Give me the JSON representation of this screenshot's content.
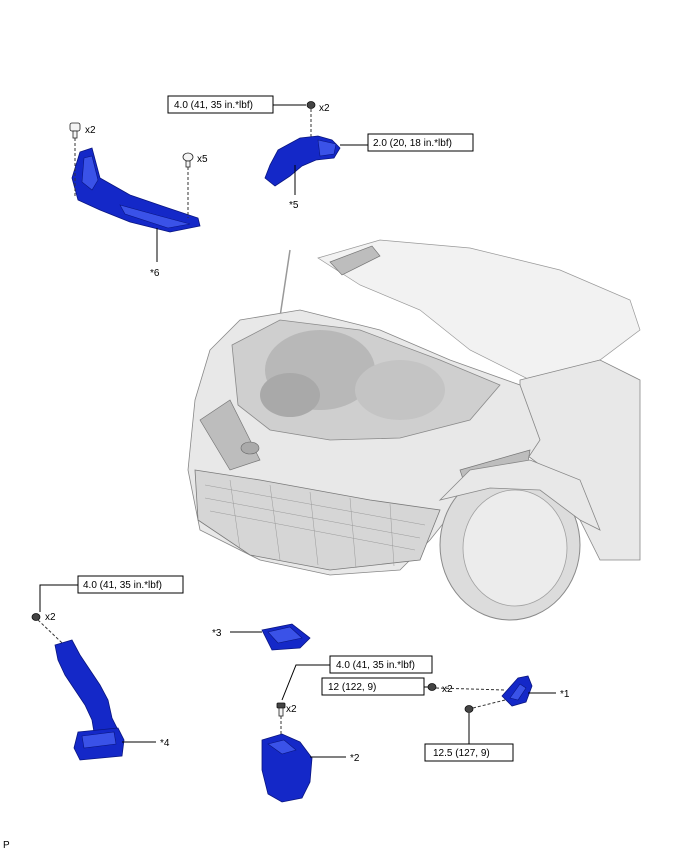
{
  "torque_labels": {
    "t5_top": "4.0 (41, 35 in.*lbf)",
    "t5_clamp": "2.0 (20, 18 in.*lbf)",
    "t4": "4.0 (41, 35 in.*lbf)",
    "t2": "4.0 (41, 35 in.*lbf)",
    "t1_a": "12 (122, 9)",
    "t1_b": "12.5 (127, 9)"
  },
  "quantities": {
    "q6_a": "x2",
    "q6_b": "x5",
    "q5": "x2",
    "q4": "x2",
    "q2": "x2",
    "q1": "x2"
  },
  "callouts": {
    "c1": "*1",
    "c2": "*2",
    "c3": "*3",
    "c4": "*4",
    "c5": "*5",
    "c6": "*6"
  },
  "corner_mark": "P",
  "colors": {
    "part": "#1428c8",
    "car_body": "#e8e8e8"
  }
}
